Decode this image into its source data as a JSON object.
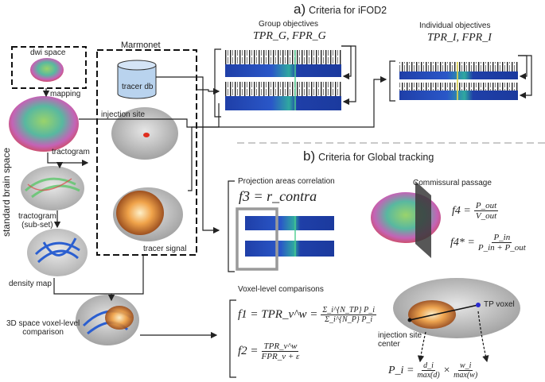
{
  "section_a": {
    "letter": "a)",
    "title": "Criteria for iFOD2"
  },
  "section_b": {
    "letter": "b)",
    "title": "Criteria for Global tracking"
  },
  "vertical_label": "standard brain space",
  "left_column": {
    "dwi_space": "dwi space",
    "mapping": "mapping",
    "tractogram": "tractogram",
    "tractogram_subset_line1": "tractogram",
    "tractogram_subset_line2": "(sub-set)",
    "density_map": "density map",
    "comparison_line1": "3D space voxel-level",
    "comparison_line2": "comparison"
  },
  "marmonet": {
    "title": "Marmonet",
    "tracer_db": "tracer db",
    "injection_site": "injection site",
    "tracer_signal": "tracer signal"
  },
  "group_objectives": {
    "title": "Group objectives",
    "formula": "TPR_G, FPR_G"
  },
  "individual_objectives": {
    "title": "Individual objectives",
    "formula": "TPR_I, FPR_I"
  },
  "projection_corr": {
    "title": "Projection areas correlation",
    "formula": "f3 = r_contra"
  },
  "commissural": {
    "title": "Commissural passage",
    "f4_lhs": "f4 =",
    "f4_num": "P_out",
    "f4_den": "V_out",
    "f4s_lhs": "f4* =",
    "f4s_num": "P_in",
    "f4s_den": "P_in + P_out"
  },
  "voxel_level": {
    "title": "Voxel-level comparisons",
    "f1_lhs": "f1 = TPR_v^w =",
    "f1_num": "Σ_i^{N_TP} P_i",
    "f1_den": "Σ_i^{N_P} P_i",
    "f2_lhs": "f2 =",
    "f2_num": "TPR_v^w",
    "f2_den": "FPR_v + ε"
  },
  "injection_panel": {
    "tp_voxel": "TP voxel",
    "injection_center_line1": "injection site",
    "injection_center_line2": "center",
    "pi_lhs": "P_i =",
    "pi_a_num": "d_i",
    "pi_a_den": "max(d)",
    "pi_times": "×",
    "pi_b_num": "w_i",
    "pi_b_den": "max(w)"
  },
  "colors": {
    "heatmap_blue": "#1f3fa8",
    "tracer_orange": "#e8892a",
    "brain_green": "#6fbf6a"
  }
}
